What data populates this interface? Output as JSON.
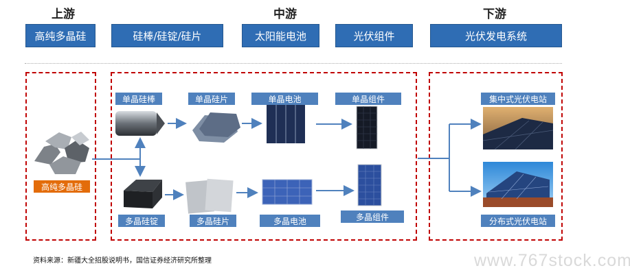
{
  "stages": {
    "upstream": "上游",
    "midstream": "中游",
    "downstream": "下游"
  },
  "top_chain": [
    "高纯多晶硅",
    "硅棒/硅锭/硅片",
    "太阳能电池",
    "光伏组件",
    "光伏发电系统"
  ],
  "raw_material": {
    "label": "高纯多晶硅"
  },
  "mono_row": [
    "单晶硅棒",
    "单晶硅片",
    "单晶电池",
    "单晶组件"
  ],
  "poly_row": [
    "多晶硅锭",
    "多晶硅片",
    "多晶电池",
    "多晶组件"
  ],
  "applications": [
    "集中式光伏电站",
    "分布式光伏电站"
  ],
  "source": "资料来源：新疆大全招股说明书，国信证券经济研究所整理",
  "watermark": "www.767stock.com",
  "colors": {
    "box_blue": "#2f6db4",
    "label_blue": "#4f81bd",
    "label_orange": "#e36c0a",
    "dash_red": "#c00000",
    "arrow": "#4f81bd"
  }
}
